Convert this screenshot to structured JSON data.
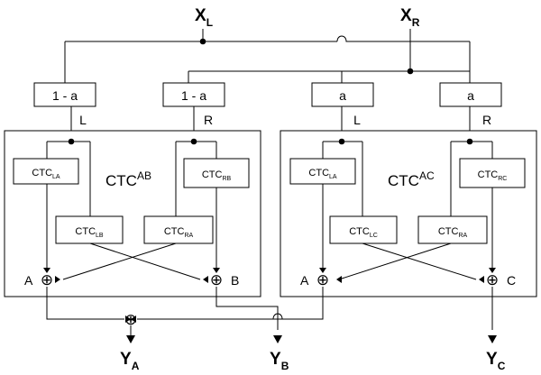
{
  "inputs": {
    "left": {
      "main": "X",
      "sub": "L"
    },
    "right": {
      "main": "X",
      "sub": "R"
    }
  },
  "gains": [
    "1 - a",
    "1 - a",
    "a",
    "a"
  ],
  "channel_labels": [
    "L",
    "R",
    "L",
    "R"
  ],
  "modules": [
    {
      "main": "CTC",
      "sup": "AB",
      "blocks": [
        {
          "main": "CTC",
          "sub": "LA"
        },
        {
          "main": "CTC",
          "sub": "RB"
        },
        {
          "main": "CTC",
          "sub": "LB"
        },
        {
          "main": "CTC",
          "sub": "RA"
        }
      ],
      "node_labels": [
        "A",
        "B"
      ]
    },
    {
      "main": "CTC",
      "sup": "AC",
      "blocks": [
        {
          "main": "CTC",
          "sub": "LA"
        },
        {
          "main": "CTC",
          "sub": "RC"
        },
        {
          "main": "CTC",
          "sub": "LC"
        },
        {
          "main": "CTC",
          "sub": "RA"
        }
      ],
      "node_labels": [
        "A",
        "C"
      ]
    }
  ],
  "outputs": [
    {
      "main": "Y",
      "sub": "A"
    },
    {
      "main": "Y",
      "sub": "B"
    },
    {
      "main": "Y",
      "sub": "C"
    }
  ],
  "summing_symbol": "⊕"
}
